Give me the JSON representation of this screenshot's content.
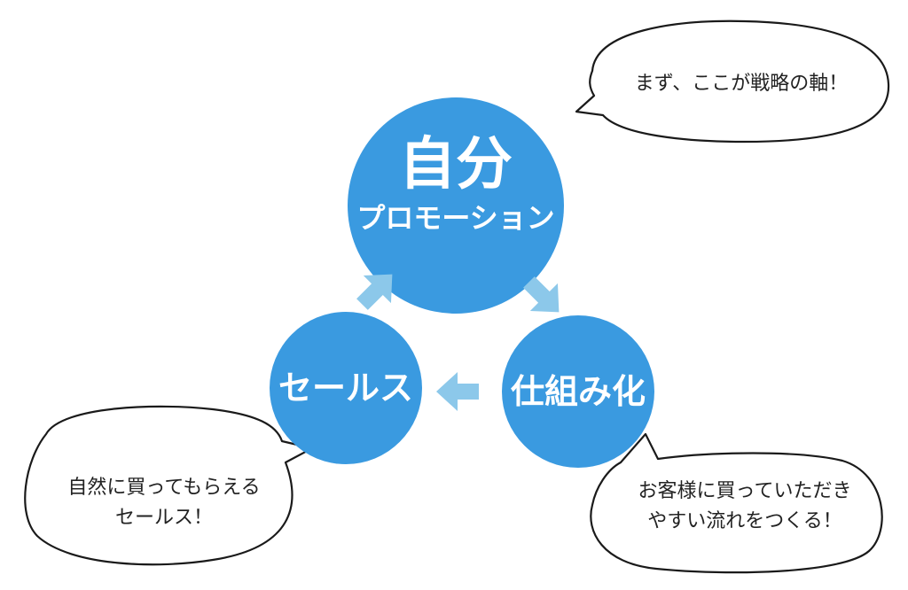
{
  "colors": {
    "circle": "#3a9ae0",
    "arrow": "#8cc8ea",
    "bubble_stroke": "#1a1a1a",
    "bubble_text": "#222222"
  },
  "center": {
    "title": "自分",
    "subtitle": "プロモーション"
  },
  "right": {
    "label": "仕組み化"
  },
  "left": {
    "label": "セールス"
  },
  "bubbles": {
    "top_right": {
      "line1": "まず、ここが戦略の軸！"
    },
    "bottom_left": {
      "line1": "自然に買ってもらえる",
      "line2": "セールス！"
    },
    "bottom_right": {
      "line1": "お客様に買っていただき",
      "line2": "やすい流れをつくる！"
    }
  }
}
